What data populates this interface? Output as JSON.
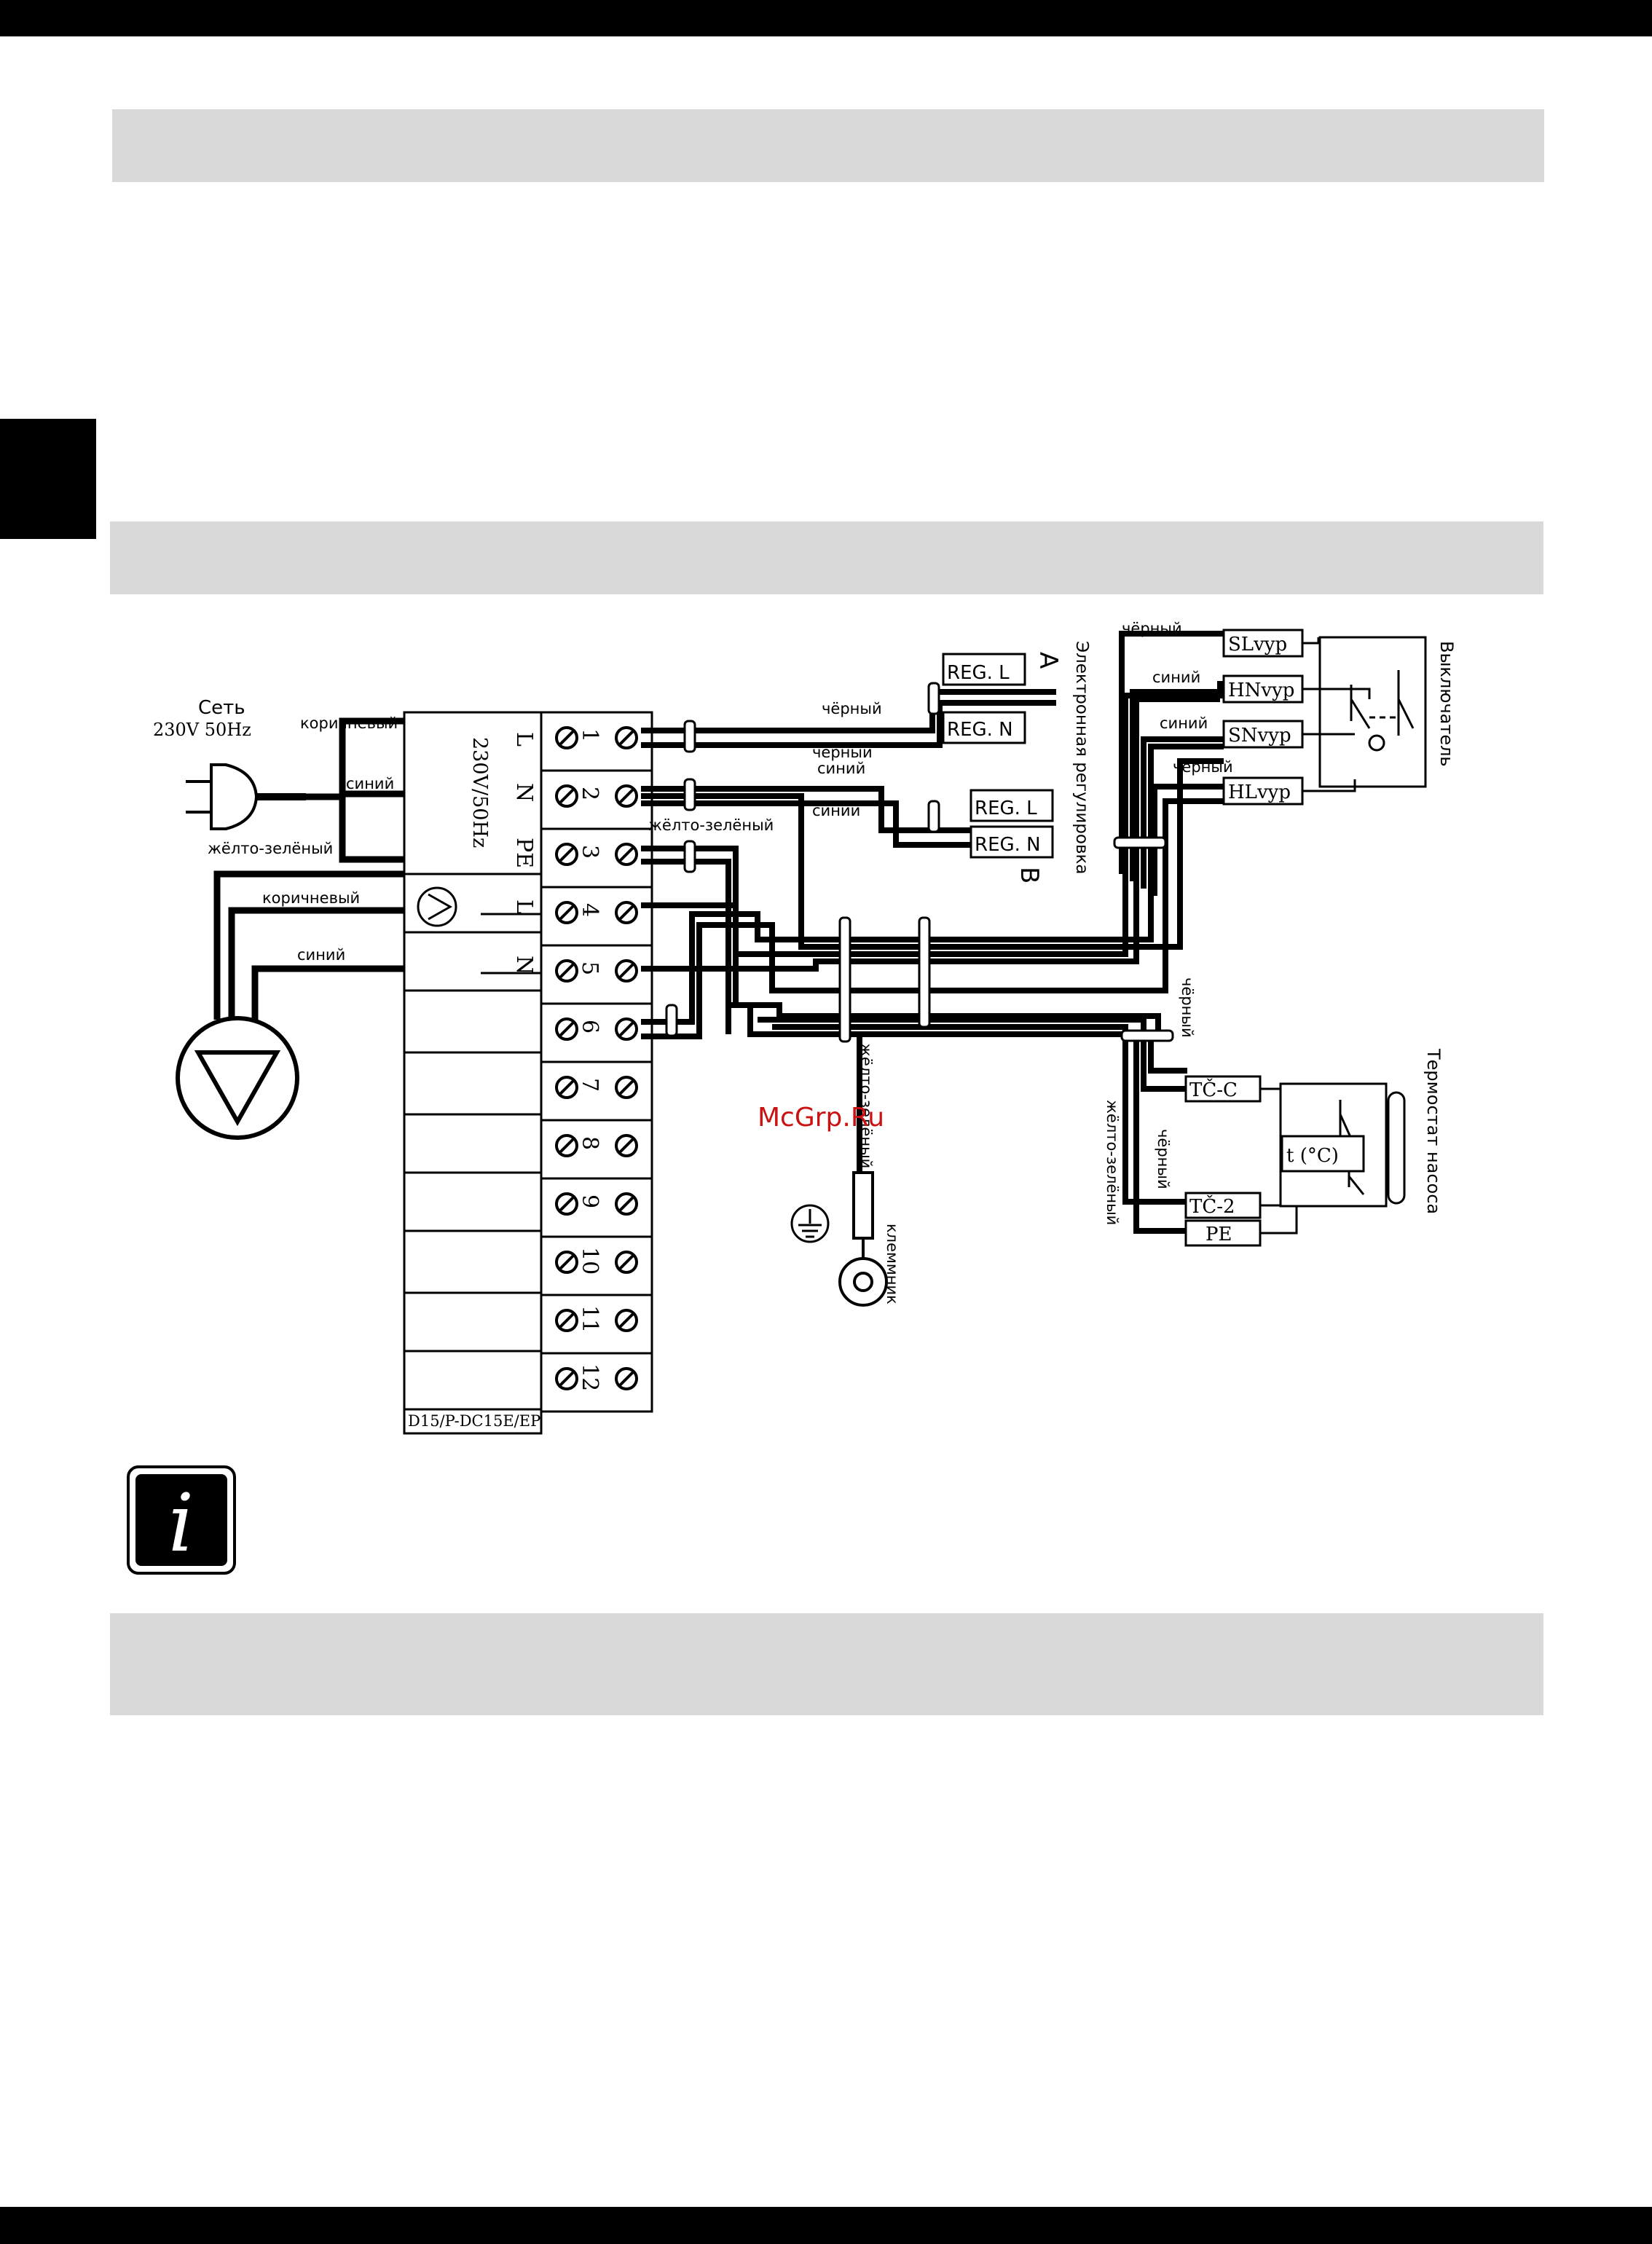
{
  "labels": {
    "mains_title": "Сеть",
    "mains_voltage": "230V 50Hz",
    "brown_1": "коричневый",
    "blue_1": "синий",
    "ye_gr_1": "жёлто-зелёный",
    "brown_2": "коричневый",
    "blue_2": "синий",
    "controller_voltage": "230V/50Hz",
    "model": "D15/P-DC15E/EP",
    "black_a": "чёрный",
    "black_b": "чёрный",
    "blue_b1": "синий",
    "blue_b2": "синий",
    "ye_gr_pe": "жёлто-зелёный",
    "ye_gr_ground": "жёлто-зелёный",
    "terminal_block": "клеммник",
    "section_a": "A",
    "section_b": "B",
    "reg_l_a": "REG. L",
    "reg_n_a": "REG. N",
    "reg_l_b": "REG. L",
    "reg_n_b": "REG. N",
    "electronic_regulation": "Электронная регулировка",
    "black_sw1": "чёрный",
    "blue_sw1": "синий",
    "blue_sw2": "синий",
    "black_sw2": "чёрный",
    "switch": "Выключатель",
    "sl": "SLvyp",
    "hn": "HNvyp",
    "sn": "SNvyp",
    "hl": "HLvyp",
    "black_t1": "чёрный",
    "black_t2": "чёрный",
    "ye_gr_t": "жёлто-зелёный",
    "tc_c": "TČ-C",
    "tc_2": "TČ-2",
    "pe_t": "PE",
    "thermo_symbol": "t (°C)",
    "pump_thermostat": "Термостат насоса",
    "watermark": "McGrp.Ru",
    "info_letter": "i"
  },
  "terminal_labels": [
    "L",
    "N",
    "PE",
    "L",
    "N"
  ],
  "terminals": [
    "1",
    "2",
    "3",
    "4",
    "5",
    "6",
    "7",
    "8",
    "9",
    "10",
    "11",
    "12"
  ]
}
